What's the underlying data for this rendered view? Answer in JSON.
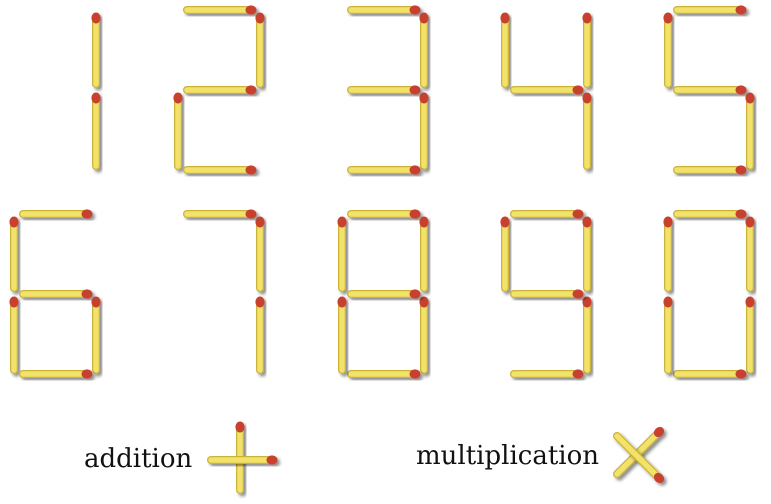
{
  "digits": [
    {
      "label": "digit-1",
      "segments": [
        "b",
        "c"
      ]
    },
    {
      "label": "digit-2",
      "segments": [
        "a",
        "b",
        "g",
        "e",
        "d"
      ]
    },
    {
      "label": "digit-3",
      "segments": [
        "a",
        "b",
        "g",
        "c",
        "d"
      ]
    },
    {
      "label": "digit-4",
      "segments": [
        "f",
        "b",
        "g",
        "c"
      ]
    },
    {
      "label": "digit-5",
      "segments": [
        "a",
        "f",
        "g",
        "c",
        "d"
      ]
    },
    {
      "label": "digit-6",
      "segments": [
        "a",
        "f",
        "g",
        "e",
        "c",
        "d"
      ]
    },
    {
      "label": "digit-7",
      "segments": [
        "a",
        "b",
        "c"
      ]
    },
    {
      "label": "digit-8",
      "segments": [
        "a",
        "b",
        "c",
        "d",
        "e",
        "f",
        "g"
      ]
    },
    {
      "label": "digit-9",
      "segments": [
        "a",
        "b",
        "c",
        "d",
        "f",
        "g"
      ]
    },
    {
      "label": "digit-0",
      "segments": [
        "a",
        "b",
        "c",
        "d",
        "e",
        "f"
      ]
    }
  ],
  "operators": {
    "addition": {
      "label": "addition"
    },
    "multiplication": {
      "label": "multiplication"
    }
  },
  "colors": {
    "stick_body": "#f3e26b",
    "stick_edge": "#c9b33a",
    "stick_shadow": "#b9b9b9",
    "match_head": "#c8412e"
  }
}
